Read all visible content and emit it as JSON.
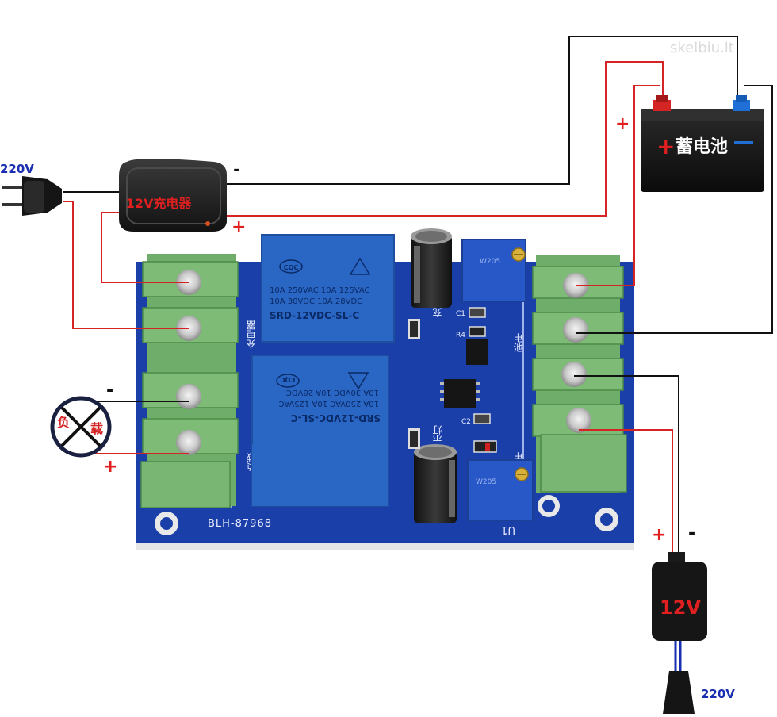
{
  "watermark": "skelbiu.lt",
  "mains_voltage_left": "220V",
  "mains_voltage_bottom": "220V",
  "charger_label": "12V充电器",
  "battery_label": "蓄电池",
  "battery_plus": "+",
  "battery_minus": "-",
  "load_char_1": "负",
  "load_char_2": "载",
  "adapter_label": "12V",
  "board": {
    "model": "BLH-87968",
    "ic_label": "U1",
    "label_charge_indicator": "充电指示灯",
    "label_battery": "电池",
    "label_power": "电源",
    "label_charge": "充电器",
    "label_load": "负载",
    "label_indicator": "示灯",
    "relay_top": {
      "brand": "CQC",
      "line1": "10A 250VAC  10A 125VAC",
      "line2": "10A  30VDC  10A 28VDC",
      "model": "SRD-12VDC-SL-C"
    },
    "relay_bottom": {
      "brand": "CQC",
      "line1": "10A 250VAC  10A 125VAC",
      "line2": "10A  30VDC  10A 28VDC",
      "model": "SRD-12VDC-SL-C"
    },
    "pot_label": "W205",
    "component_labels": [
      "C1",
      "R4",
      "C2"
    ]
  },
  "wire_signs": {
    "charger_minus": "-",
    "charger_plus": "+",
    "battery_feed_plus": "+",
    "load_minus": "-",
    "load_plus": "+",
    "adapter_plus": "+",
    "adapter_minus": "-"
  },
  "colors": {
    "pcb": "#1b3fa8",
    "terminal": "#6fae6a",
    "relay": "#2a66c4",
    "wire_red": "#d42424",
    "wire_black": "#111111",
    "mains_blue": "#1a2fb0"
  }
}
